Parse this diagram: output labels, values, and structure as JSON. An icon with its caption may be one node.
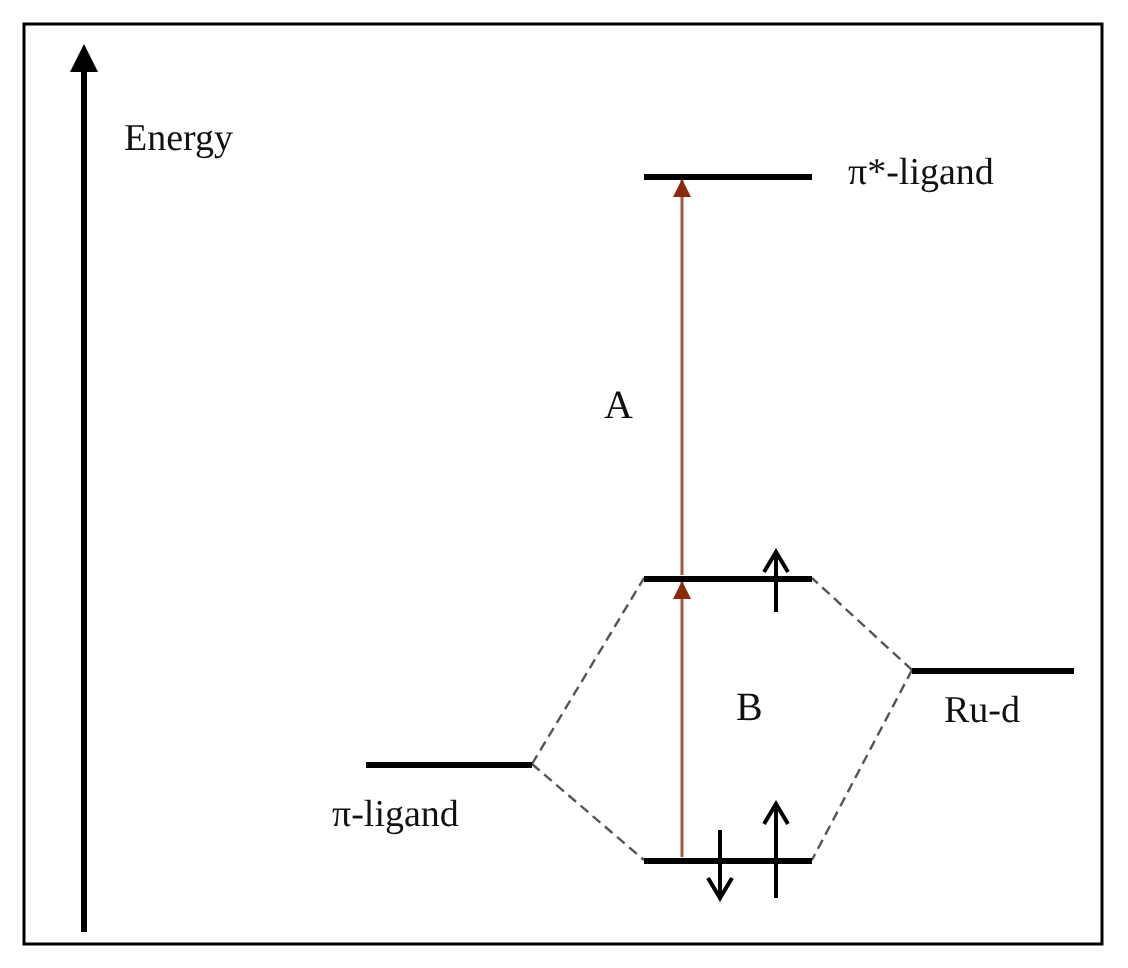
{
  "diagram": {
    "nodes": [
      {
        "text": [],
        "shape": "bar",
        "beside": [
          "π*-ligand"
        ]
      },
      {
        "text": [],
        "shape": "bar"
      },
      {
        "text": [],
        "shape": "bar",
        "beside": [
          "Ru-d"
        ]
      },
      {
        "text": [],
        "shape": "bar",
        "beside": [
          "π-ligand"
        ]
      },
      {
        "text": [],
        "shape": "bar"
      }
    ],
    "edges": [
      {
        "from": 1,
        "to": 0,
        "arrow": "to",
        "label": "A",
        "color": "#a85a40"
      },
      {
        "from": 4,
        "to": 1,
        "arrow": "to",
        "label": "B",
        "color": "#a85a40"
      },
      {
        "from": 3,
        "to": 1,
        "arrow": "none",
        "style": "dashed"
      },
      {
        "from": 3,
        "to": 4,
        "arrow": "none",
        "style": "dashed"
      },
      {
        "from": 2,
        "to": 1,
        "arrow": "none",
        "style": "dashed"
      },
      {
        "from": 2,
        "to": 4,
        "arrow": "none",
        "style": "dashed"
      }
    ],
    "labels": [
      "Energy"
    ]
  }
}
